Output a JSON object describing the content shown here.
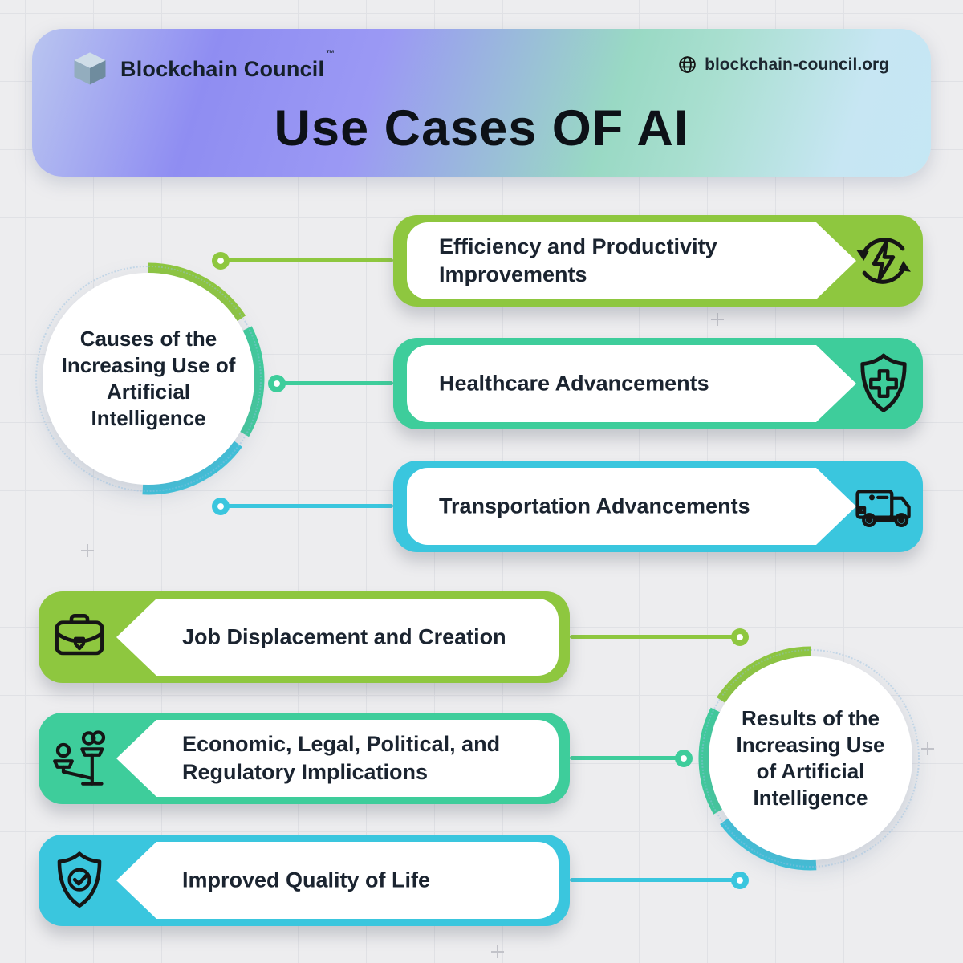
{
  "header": {
    "brand": "Blockchain Council",
    "trademark": "™",
    "website": "blockchain-council.org",
    "title": "Use Cases OF AI"
  },
  "hubs": {
    "left": {
      "label": "Causes of the Increasing Use of Artificial Intelligence"
    },
    "right": {
      "label": "Results of the Increasing Use of Artificial Intelligence"
    }
  },
  "causes": [
    {
      "label": "Efficiency and Productivity Improvements",
      "icon": "sync-lightning-icon",
      "color": "#8ec73f"
    },
    {
      "label": "Healthcare Advancements",
      "icon": "shield-plus-icon",
      "color": "#3ecd9b"
    },
    {
      "label": "Transportation Advancements",
      "icon": "truck-icon",
      "color": "#3ac6de"
    }
  ],
  "results": [
    {
      "label": "Job Displacement and Creation",
      "icon": "briefcase-icon",
      "color": "#8ec73f"
    },
    {
      "label": "Economic, Legal, Political, and Regulatory Implications",
      "icon": "hierarchy-icon",
      "color": "#3ecd9b"
    },
    {
      "label": "Improved Quality of Life",
      "icon": "shield-check-icon",
      "color": "#3ac6de"
    }
  ],
  "colors": {
    "green": "#8ec73f",
    "teal": "#3ecd9b",
    "cyan": "#3ac6de",
    "background": "#ededef",
    "header_gradient": [
      "#b9c5f0",
      "#8f8df2",
      "#99d9c4",
      "#c5e7f4"
    ]
  }
}
